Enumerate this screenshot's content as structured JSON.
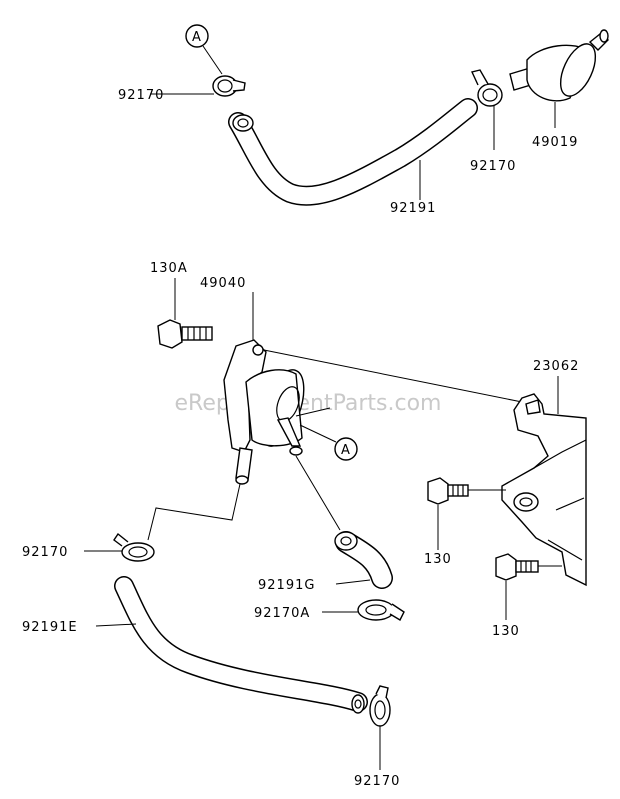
{
  "watermark": "eReplacementParts.com",
  "reference_letter": "A",
  "labels": {
    "clamp_top_left": "92170",
    "clamp_top_right": "92170",
    "fuel_filter": "49019",
    "hose_top": "92191",
    "bolt_130a": "130A",
    "fuel_pump": "49040",
    "bracket": "23062",
    "clamp_mid_left": "92170",
    "hose_g": "92191G",
    "clamp_a": "92170A",
    "hose_e": "92191E",
    "clamp_bottom": "92170",
    "bolt_130_upper": "130",
    "bolt_130_lower": "130"
  }
}
